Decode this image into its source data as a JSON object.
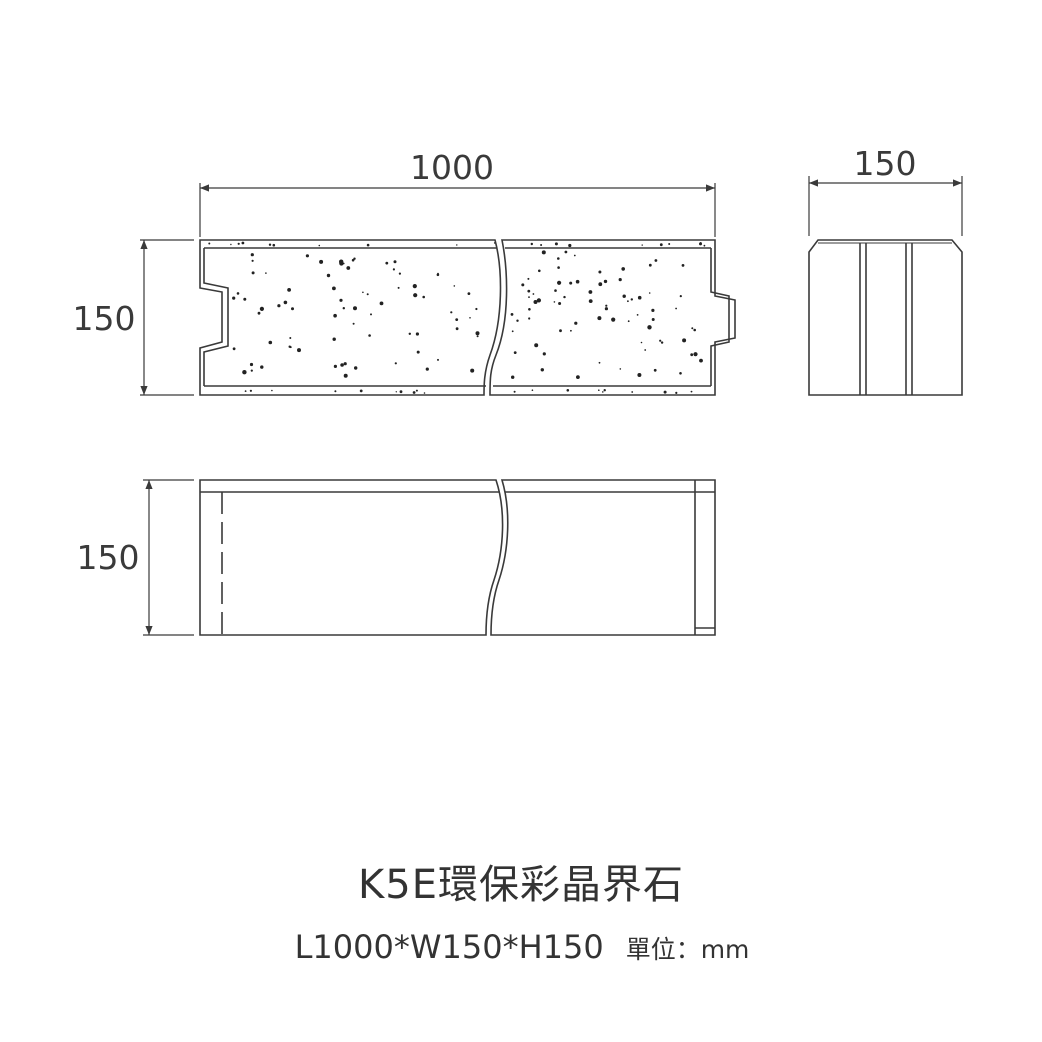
{
  "drawing": {
    "front_view": {
      "length_label": "1000",
      "height_label": "150"
    },
    "side_view": {
      "width_label": "150"
    },
    "bottom_view": {
      "height_label": "150"
    }
  },
  "caption": {
    "title": "K5E環保彩晶界石",
    "spec": "L1000*W150*H150",
    "unit": "單位：mm"
  },
  "colors": {
    "line": "#3a3a3a",
    "background": "#ffffff"
  }
}
